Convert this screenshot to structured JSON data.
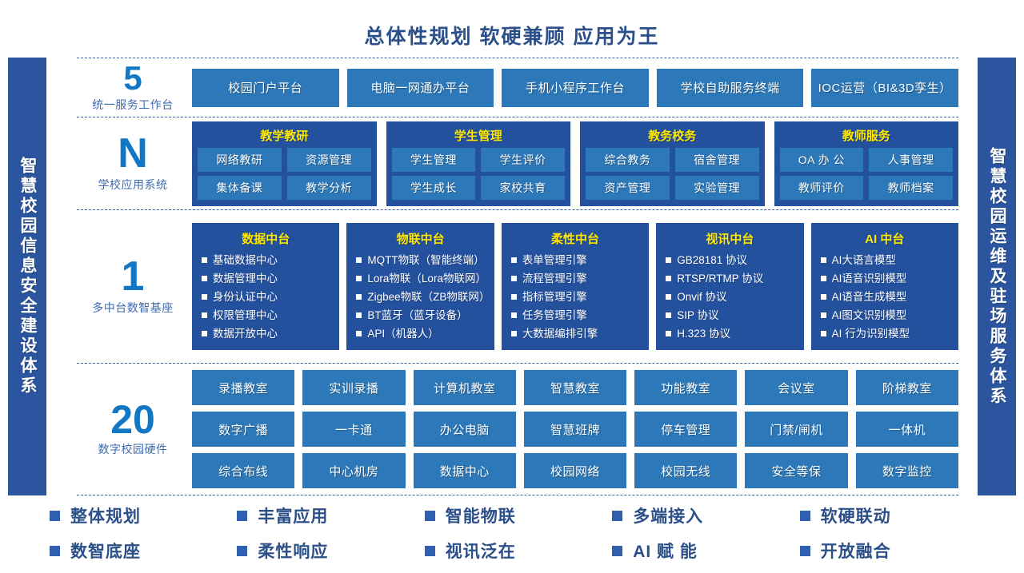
{
  "title": "总体性规划  软硬兼顾  应用为王",
  "left_bar": {
    "label": "智慧校园信息安全建设体系"
  },
  "right_bar": {
    "label": "智慧校园运维及驻场服务体系"
  },
  "colors": {
    "title_blue": "#2b4f88",
    "side_bar_blue": "#2b569f",
    "tile_blue": "#2d78b8",
    "card_dark_blue": "#24519e",
    "number_blue": "#1277c4",
    "group_title_yellow": "#ffe900",
    "dashed_line": "#2f5fae"
  },
  "rows": [
    {
      "number": "5",
      "caption": "统一服务工作台",
      "kind": "tiles",
      "tiles": [
        "校园门户平台",
        "电脑一网通办平台",
        "手机小程序工作台",
        "学校自助服务终端",
        "IOC运营（BI&3D孪生）"
      ]
    },
    {
      "number": "N",
      "caption": "学校应用系统",
      "kind": "groups",
      "groups": [
        {
          "title": "教学教研",
          "items": [
            "网络教研",
            "资源管理",
            "集体备课",
            "教学分析"
          ]
        },
        {
          "title": "学生管理",
          "items": [
            "学生管理",
            "学生评价",
            "学生成长",
            "家校共育"
          ]
        },
        {
          "title": "教务校务",
          "items": [
            "综合教务",
            "宿舍管理",
            "资产管理",
            "实验管理"
          ]
        },
        {
          "title": "教师服务",
          "items": [
            "OA 办 公",
            "人事管理",
            "教师评价",
            "教师档案"
          ]
        }
      ]
    },
    {
      "number": "1",
      "caption": "多中台数智基座",
      "kind": "cards",
      "cards": [
        {
          "title": "数据中台",
          "items": [
            "基础数据中心",
            "数据管理中心",
            "身份认证中心",
            "权限管理中心",
            "数据开放中心"
          ]
        },
        {
          "title": "物联中台",
          "items": [
            "MQTT物联（智能终端）",
            "Lora物联（Lora物联网）",
            "Zigbee物联（ZB物联网）",
            "BT蓝牙（蓝牙设备）",
            "API（机器人）"
          ]
        },
        {
          "title": "柔性中台",
          "items": [
            "表单管理引擎",
            "流程管理引擎",
            "指标管理引擎",
            "任务管理引擎",
            "大数据编排引擎"
          ]
        },
        {
          "title": "视讯中台",
          "items": [
            "GB28181 协议",
            "RTSP/RTMP 协议",
            "Onvif 协议",
            "SIP 协议",
            "H.323 协议"
          ]
        },
        {
          "title": "AI 中台",
          "items": [
            "AI大语言模型",
            "AI语音识别模型",
            "AI语音生成模型",
            "AI图文识别模型",
            "AI 行为识别模型"
          ]
        }
      ]
    },
    {
      "number": "20",
      "caption": "数字校园硬件",
      "kind": "hardware",
      "items": [
        "录播教室",
        "实训录播",
        "计算机教室",
        "智慧教室",
        "功能教室",
        "会议室",
        "阶梯教室",
        "数字广播",
        "一卡通",
        "办公电脑",
        "智慧班牌",
        "停车管理",
        "门禁/闸机",
        "一体机",
        "综合布线",
        "中心机房",
        "数据中心",
        "校园网络",
        "校园无线",
        "安全等保",
        "数字监控"
      ]
    }
  ],
  "footer": {
    "columns": [
      [
        "整体规划",
        "数智底座"
      ],
      [
        "丰富应用",
        "柔性响应"
      ],
      [
        "智能物联",
        "视讯泛在"
      ],
      [
        "多端接入",
        "AI 赋 能"
      ],
      [
        "软硬联动",
        "开放融合"
      ]
    ]
  }
}
